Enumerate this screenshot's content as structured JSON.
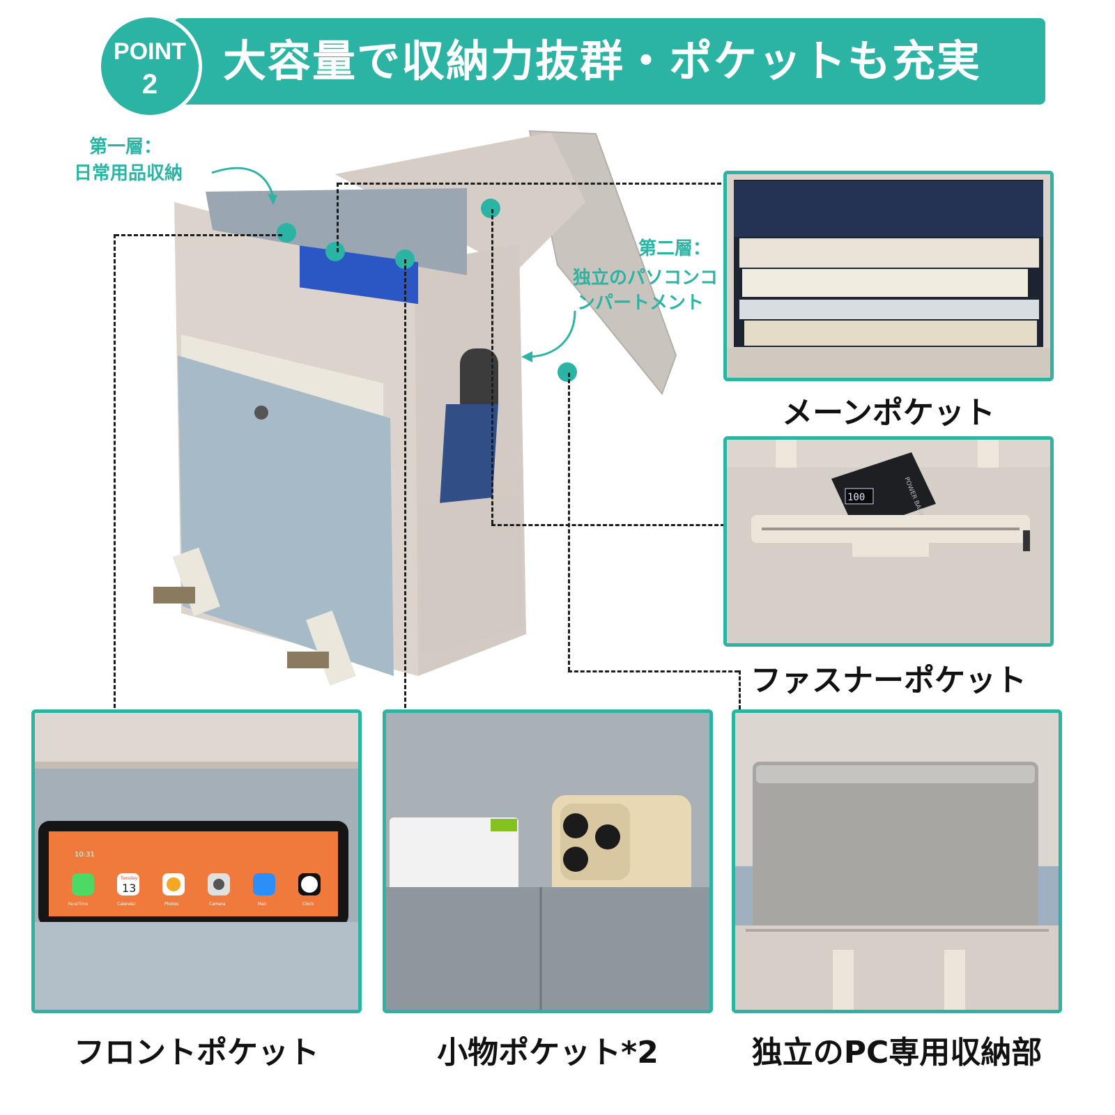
{
  "header": {
    "point_word": "POINT",
    "point_number": "2",
    "title": "大容量で収納力抜群・ポケットも充実"
  },
  "annotations": {
    "layer1_heading": "第一層：",
    "layer1_desc": "日常用品収納",
    "layer2_heading": "第二層：",
    "layer2_desc_line1": "独立のパソコンコ",
    "layer2_desc_line2": "ンパートメント"
  },
  "panels": {
    "main_pocket": {
      "label": "メーンポケット"
    },
    "zipper_pocket": {
      "label": "ファスナーポケット"
    },
    "front_pocket": {
      "label": "フロントポケット"
    },
    "small_pockets": {
      "label": "小物ポケット*2"
    },
    "pc_storage": {
      "label": "独立のPC専用収納部"
    }
  },
  "tablet_screen": {
    "time": "10:31",
    "calendar_day": "Tuesday",
    "calendar_date": "13",
    "apps": [
      "FaceTime",
      "Calendar",
      "Photos",
      "Camera",
      "Mail",
      "Clock"
    ]
  },
  "powerbank": {
    "display": "100",
    "brand_text": "POWER BANK"
  },
  "colors": {
    "accent": "#2bb3a3",
    "bag_body": "#d8d0c8",
    "front_pocket": "#a9bccb",
    "lining": "#97a3ad"
  }
}
